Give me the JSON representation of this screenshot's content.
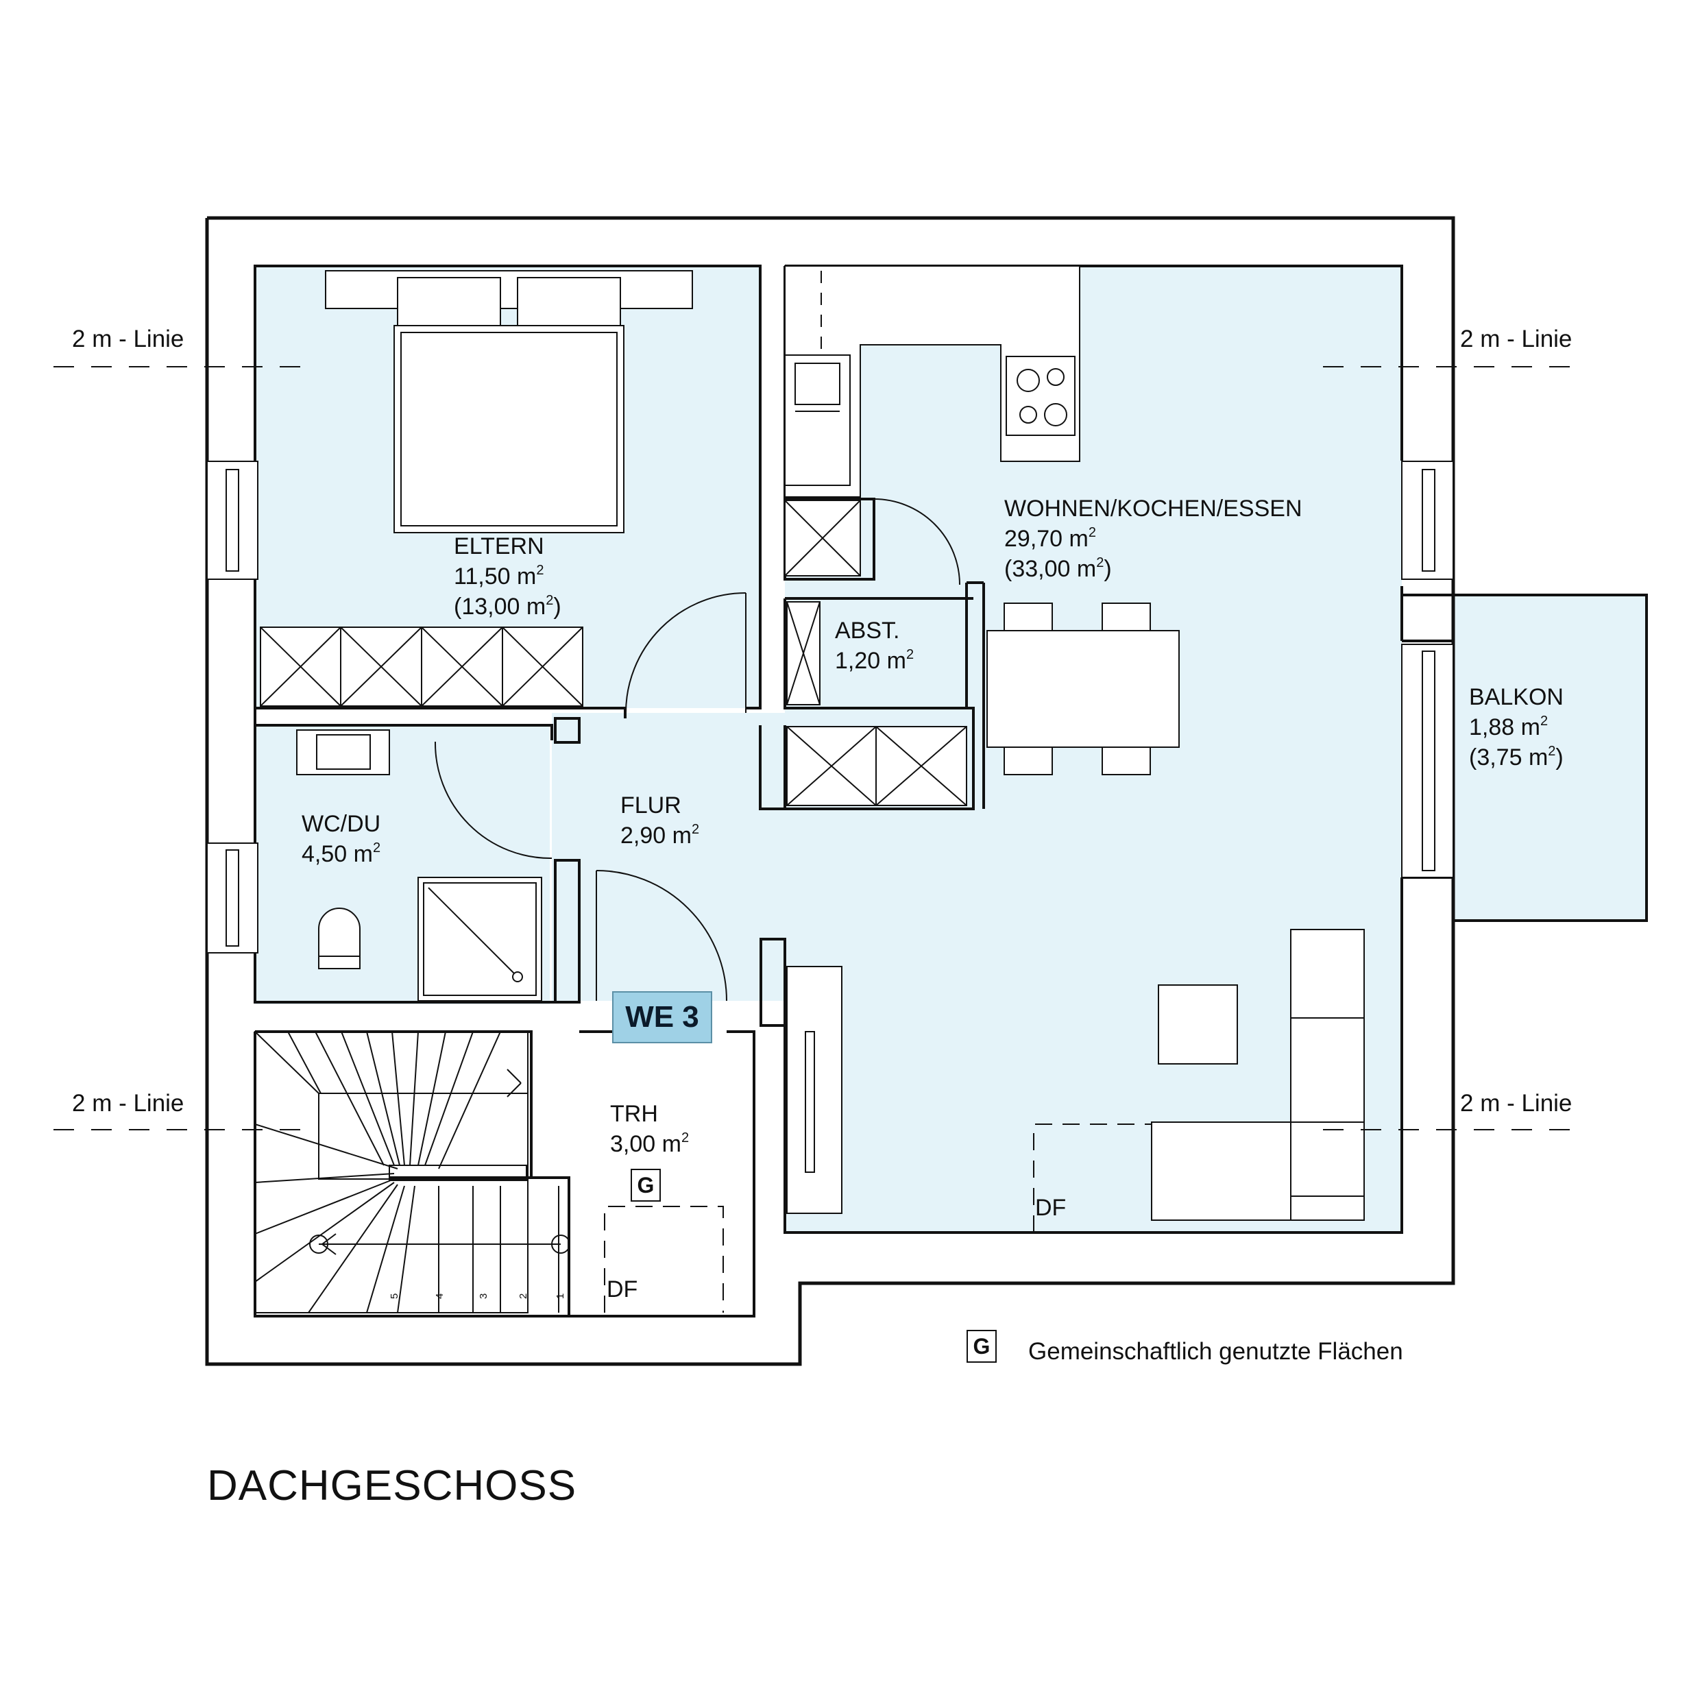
{
  "drawing_title": "DACHGESCHOSS",
  "unit_badge": "WE 3",
  "two_m_line_label": "2 m - Linie",
  "rooms": {
    "eltern": {
      "name": "ELTERN",
      "area": "11,50 m",
      "area_full": "(13,00 m",
      "close": ")"
    },
    "wohnen": {
      "name": "WOHNEN/KOCHEN/ESSEN",
      "area": "29,70 m",
      "area_full": "(33,00 m",
      "close": ")"
    },
    "abst": {
      "name": "ABST.",
      "area": "1,20 m"
    },
    "balkon": {
      "name": "BALKON",
      "area": "1,88 m",
      "area_full": "(3,75 m",
      "close": ")"
    },
    "flur": {
      "name": "FLUR",
      "area": "2,90 m"
    },
    "wcdu": {
      "name": "WC/DU",
      "area": "4,50 m"
    },
    "trh": {
      "name": "TRH",
      "area": "3,00 m"
    }
  },
  "superscript": "2",
  "df_label": "DF",
  "stair_numbers": [
    "5",
    "4",
    "3",
    "2",
    "1"
  ],
  "legend": {
    "symbol": "G",
    "text": "Gemeinschaftlich genutzte Flächen"
  },
  "colors": {
    "room_fill": "#e4f3f9",
    "wall": "#111111",
    "badge": "#9fd1e6"
  }
}
